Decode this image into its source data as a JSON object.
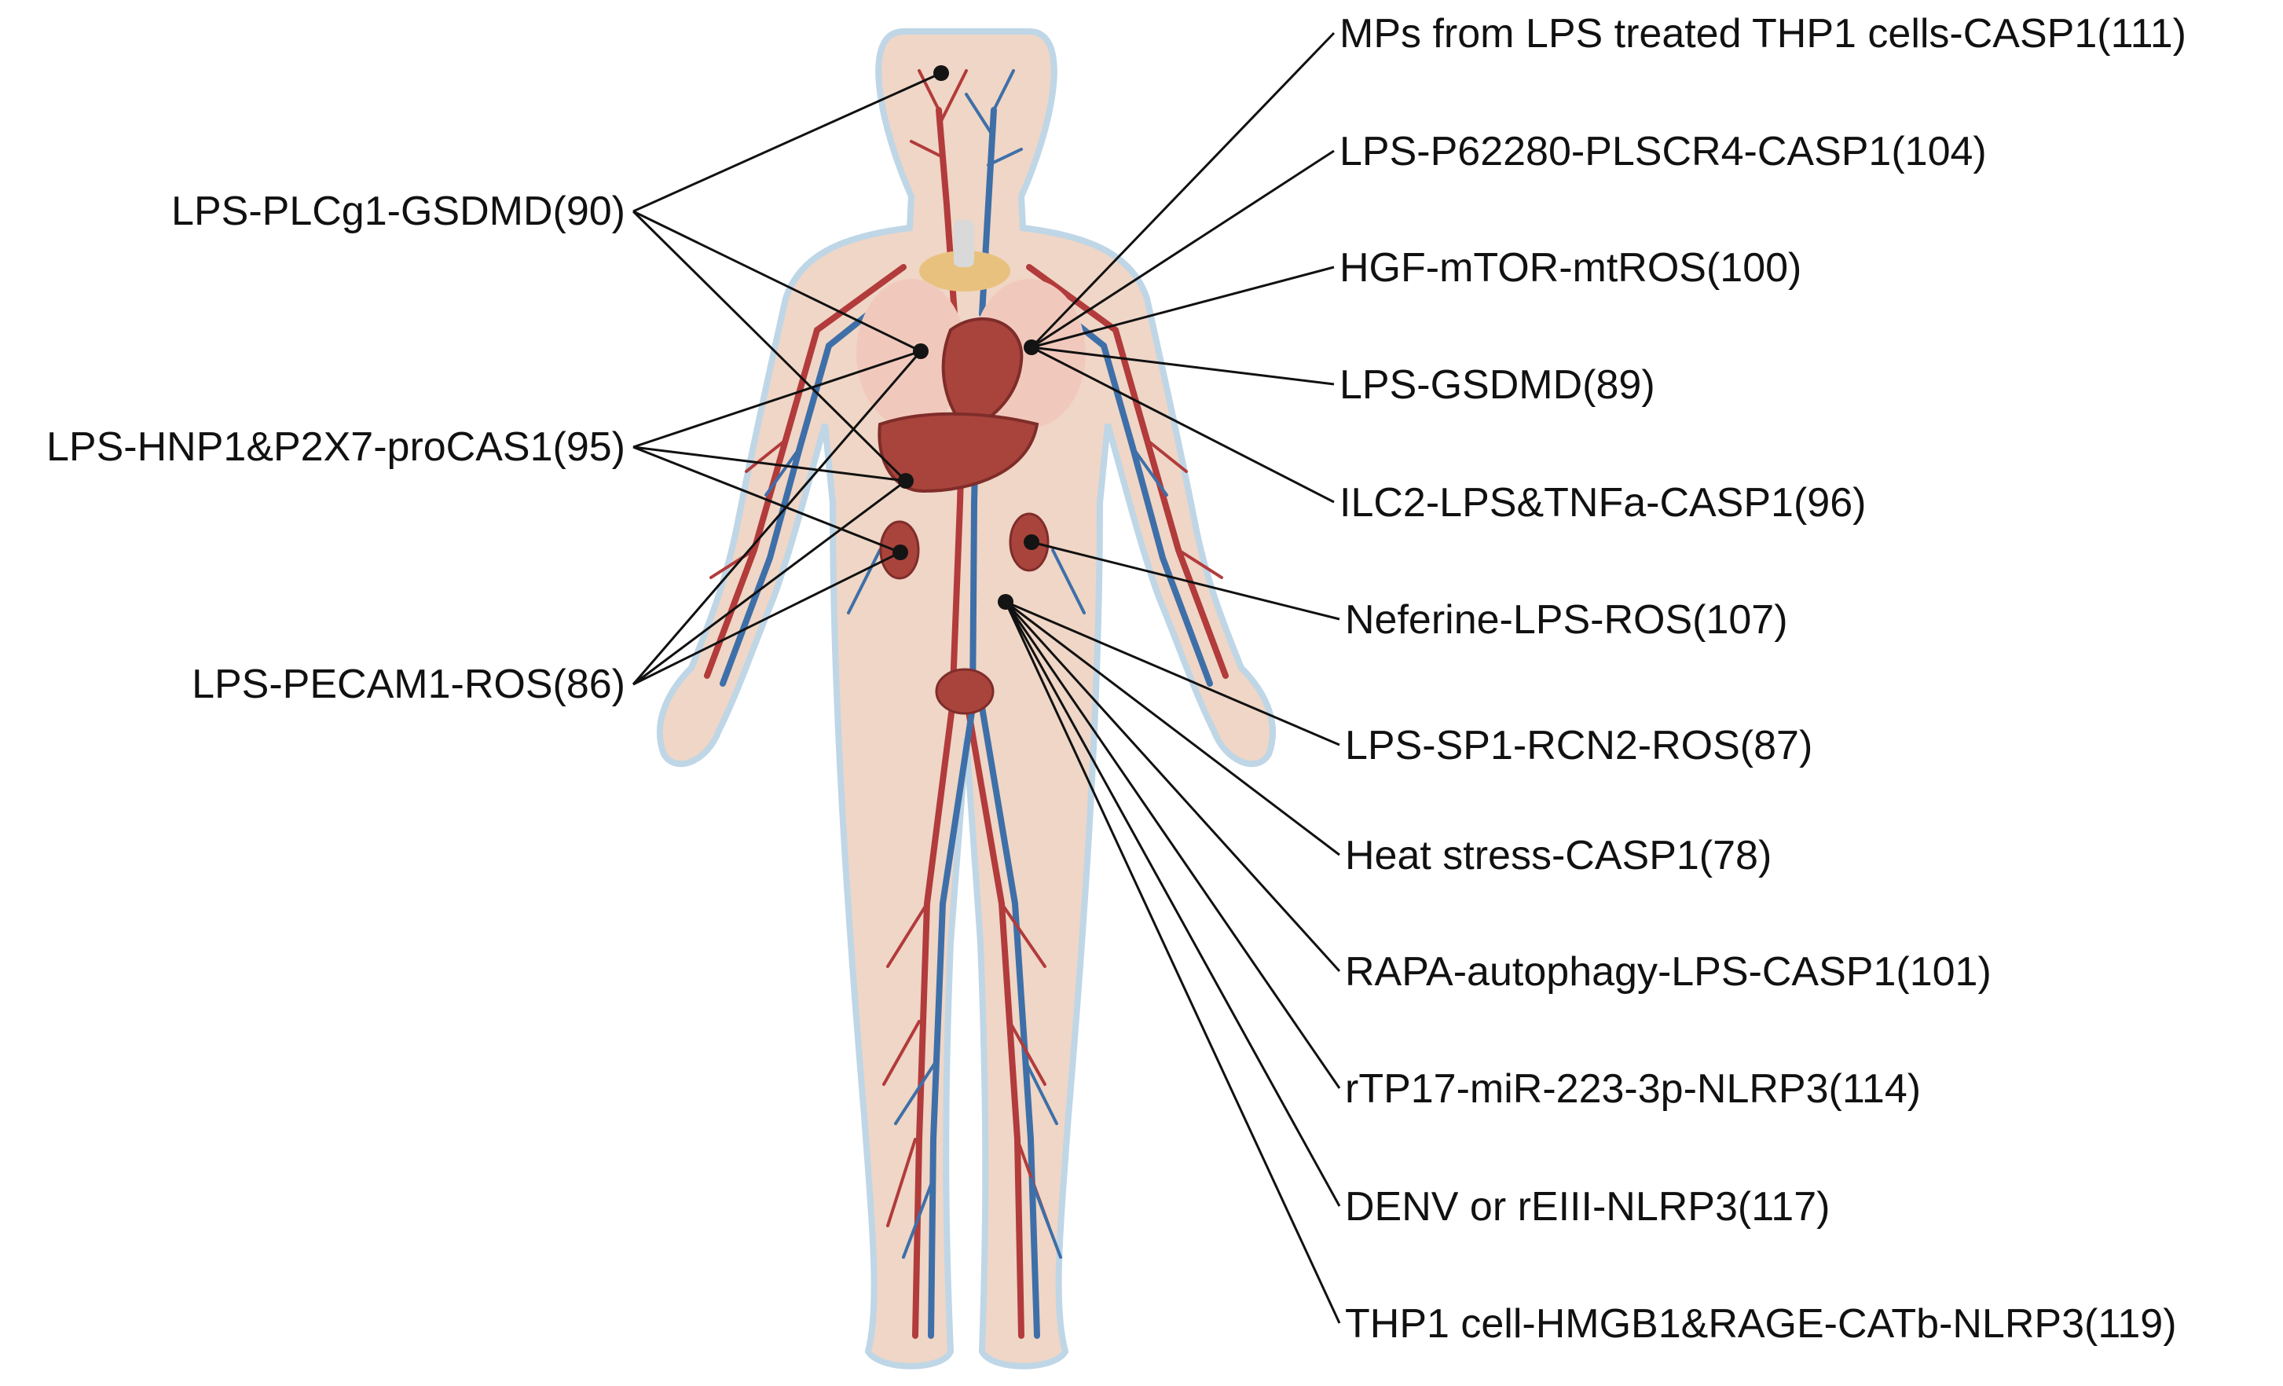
{
  "colors": {
    "skin": "#efd6c6",
    "skin_outline": "#bfd6e6",
    "artery": "#b23b3b",
    "vein": "#3e6fa8",
    "organ": "#a9443c",
    "organ_dark": "#7f2d2a",
    "lung": "#f1c9bc",
    "thyroid": "#e9c17f",
    "marker": "#141414",
    "line": "#111111"
  },
  "icons": {
    "body": "human-body-circulatory-illustration",
    "marker": "filled-circle-dot"
  },
  "annotations": {
    "left": [
      {
        "label": "LPS-PLCg1-GSDMD(90)",
        "organs": [
          "brain",
          "lung",
          "liver"
        ]
      },
      {
        "label": "LPS-HNP1&P2X7-proCAS1(95)",
        "organs": [
          "lung",
          "liver",
          "kidney"
        ]
      },
      {
        "label": "LPS-PECAM1-ROS(86)",
        "organs": [
          "lung",
          "liver",
          "kidney"
        ]
      }
    ],
    "right": [
      {
        "label": "MPs from LPS treated THP1 cells-CASP1(111)",
        "organs": [
          "heart"
        ]
      },
      {
        "label": "LPS-P62280-PLSCR4-CASP1(104)",
        "organs": [
          "heart"
        ]
      },
      {
        "label": "HGF-mTOR-mtROS(100)",
        "organs": [
          "heart"
        ]
      },
      {
        "label": "LPS-GSDMD(89)",
        "organs": [
          "heart"
        ]
      },
      {
        "label": "ILC2-LPS&TNFa-CASP1(96)",
        "organs": [
          "heart"
        ]
      },
      {
        "label": "Neferine-LPS-ROS(107)",
        "organs": [
          "kidney_right"
        ]
      },
      {
        "label": "LPS-SP1-RCN2-ROS(87)",
        "organs": [
          "vessel"
        ]
      },
      {
        "label": "Heat stress-CASP1(78)",
        "organs": [
          "vessel"
        ]
      },
      {
        "label": "RAPA-autophagy-LPS-CASP1(101)",
        "organs": [
          "vessel"
        ]
      },
      {
        "label": "rTP17-miR-223-3p-NLRP3(114)",
        "organs": [
          "vessel"
        ]
      },
      {
        "label": "DENV or rEIII-NLRP3(117)",
        "organs": [
          "vessel"
        ]
      },
      {
        "label": "THP1 cell-HMGB1&RAGE-CATb-NLRP3(119)",
        "organs": [
          "vessel"
        ]
      }
    ]
  }
}
